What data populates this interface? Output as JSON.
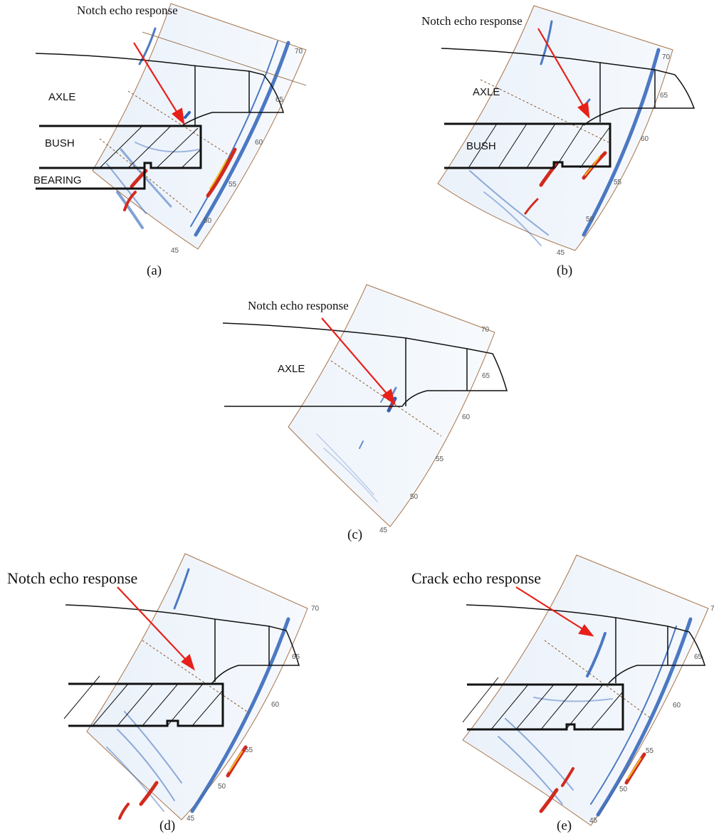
{
  "panels": [
    {
      "id": "a",
      "caption": "(a)",
      "annotation": "Notch echo response",
      "regions": [
        "AXLE",
        "BUSH",
        "BEARING"
      ],
      "ticks": [
        "70",
        "65",
        "60",
        "55",
        "50",
        "45"
      ]
    },
    {
      "id": "b",
      "caption": "(b)",
      "annotation": "Notch echo response",
      "regions": [
        "AXLE",
        "BUSH"
      ],
      "ticks": [
        "70",
        "65",
        "60",
        "55",
        "50",
        "45"
      ]
    },
    {
      "id": "c",
      "caption": "(c)",
      "annotation": "Notch echo response",
      "regions": [
        "AXLE"
      ],
      "ticks": [
        "70",
        "65",
        "60",
        "55",
        "50",
        "45"
      ]
    },
    {
      "id": "d",
      "caption": "(d)",
      "annotation": "Notch echo response",
      "regions": [],
      "ticks": [
        "70",
        "65",
        "60",
        "55",
        "50",
        "45"
      ]
    },
    {
      "id": "e",
      "caption": "(e)",
      "annotation": "Crack echo response",
      "regions": [],
      "ticks": [
        "7",
        "65",
        "60",
        "55",
        "50",
        "45"
      ]
    }
  ],
  "colors": {
    "scan_blue": "#2f63b8",
    "scan_light": "#dfe9f6",
    "echo_red": "#d22a1e",
    "arrow_red": "#e8201a",
    "outline": "#111111",
    "border_brown": "#a8744a",
    "guide_dashed": "#8a5a2c"
  }
}
